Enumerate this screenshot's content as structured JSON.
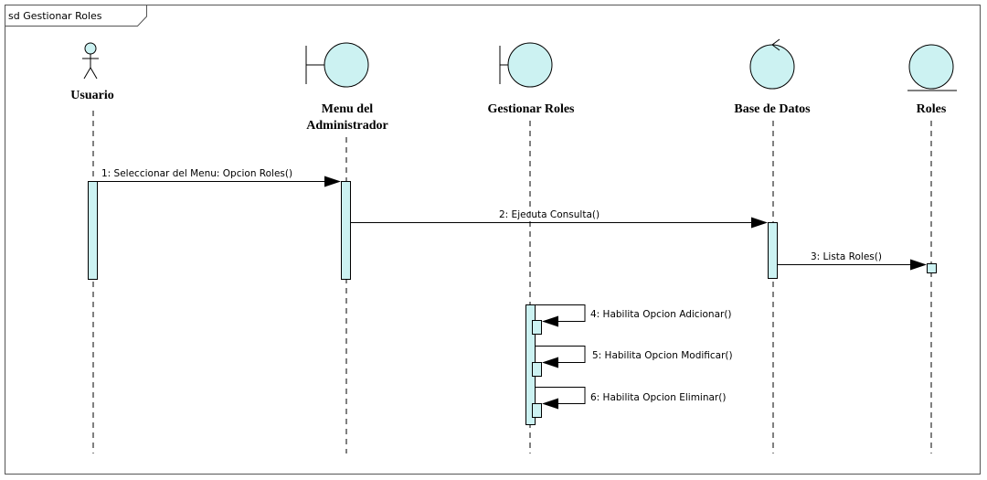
{
  "frame": {
    "label": "sd Gestionar Roles"
  },
  "participants": [
    {
      "id": "usuario",
      "kind": "actor",
      "name_lines": [
        "Usuario"
      ]
    },
    {
      "id": "menu",
      "kind": "boundary",
      "name_lines": [
        "Menu del",
        "Administrador"
      ]
    },
    {
      "id": "gestionar",
      "kind": "boundary",
      "name_lines": [
        "Gestionar Roles"
      ]
    },
    {
      "id": "bd",
      "kind": "control",
      "name_lines": [
        "Base de Datos"
      ]
    },
    {
      "id": "roles",
      "kind": "entity",
      "name_lines": [
        "Roles"
      ]
    }
  ],
  "messages": [
    {
      "n": 1,
      "text": "1: Seleccionar del Menu: Opcion Roles()",
      "from": "usuario",
      "to": "menu"
    },
    {
      "n": 2,
      "text": "2: Ejecuta Consulta()",
      "from": "menu",
      "to": "bd"
    },
    {
      "n": 3,
      "text": "3: Lista Roles()",
      "from": "bd",
      "to": "roles"
    },
    {
      "n": 4,
      "text": "4: Habilita Opcion Adicionar()",
      "from": "gestionar",
      "to": "gestionar"
    },
    {
      "n": 5,
      "text": "5: Habilita Opcion Modificar()",
      "from": "gestionar",
      "to": "gestionar"
    },
    {
      "n": 6,
      "text": "6: Habilita Opcion Eliminar()",
      "from": "gestionar",
      "to": "gestionar"
    }
  ],
  "colors": {
    "fill": "#ccf2f2",
    "stroke": "#000000",
    "frame": "#555555"
  }
}
